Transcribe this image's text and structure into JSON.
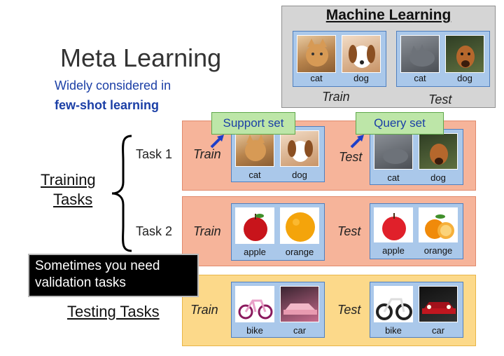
{
  "title": "Meta Learning",
  "subtitle_line1": "Widely considered in",
  "subtitle_line2": "few-shot learning",
  "machine_learning": {
    "title": "Machine Learning",
    "train_label": "Train",
    "test_label": "Test",
    "train_images": [
      "cat",
      "dog"
    ],
    "test_images": [
      "cat",
      "dog"
    ]
  },
  "callouts": {
    "support": "Support set",
    "query": "Query set"
  },
  "training_tasks_label_line1": "Training",
  "training_tasks_label_line2": "Tasks",
  "testing_tasks_label": "Testing Tasks",
  "validation_note_line1": "Sometimes you need",
  "validation_note_line2": "validation tasks",
  "tasks": [
    {
      "name": "Task 1",
      "train_label": "Train",
      "test_label": "Test",
      "train_images": [
        "cat",
        "dog"
      ],
      "test_images": [
        "cat",
        "dog"
      ]
    },
    {
      "name": "Task 2",
      "train_label": "Train",
      "test_label": "Test",
      "train_images": [
        "apple",
        "orange"
      ],
      "test_images": [
        "apple",
        "orange"
      ]
    }
  ],
  "testing_task": {
    "train_label": "Train",
    "test_label": "Test",
    "train_images": [
      "bike",
      "car"
    ],
    "test_images": [
      "bike",
      "car"
    ]
  },
  "colors": {
    "orange_row": "#f6b49a",
    "yellow_row": "#fcd98a",
    "image_group": "#aac8ea",
    "callout": "#bde6a8",
    "subtitle": "#1b3fa6"
  }
}
